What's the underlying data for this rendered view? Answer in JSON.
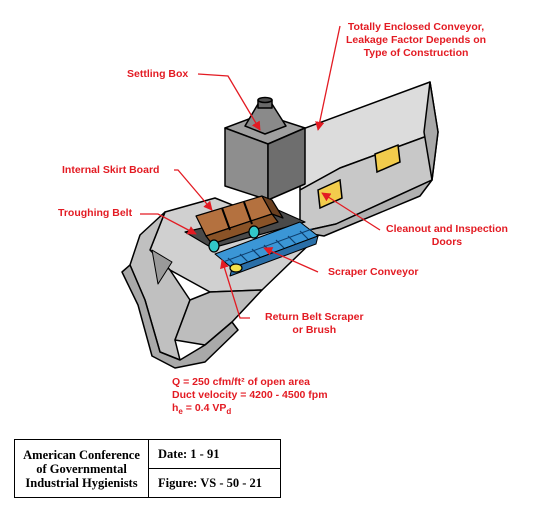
{
  "labels": {
    "enclosed_conveyor": "Totally Enclosed Conveyor,\nLeakage Factor Depends on\nType of Construction",
    "settling_box": "Settling Box",
    "internal_skirt_board": "Internal Skirt Board",
    "troughing_belt": "Troughing Belt",
    "cleanout_doors": "Cleanout and Inspection\nDoors",
    "scraper_conveyor": "Scraper Conveyor",
    "return_belt_scraper": "Return Belt Scraper\nor Brush"
  },
  "notes": {
    "q_line": "Q = 250 cfm/ft² of open area",
    "duct_velocity": "Duct velocity = 4200 - 4500 fpm",
    "he_prefix": "h",
    "he_sub": "e",
    "he_mid": " = 0.4 VP",
    "he_vp_sub": "d"
  },
  "title_block": {
    "organization": "American Conference of Governmental Industrial Hygienists",
    "date": "Date: 1 - 91",
    "figure": "Figure: VS - 50 - 21"
  },
  "colors": {
    "annotation_red": "#e31b23",
    "casing_gray": "#c8c8c8",
    "settling_box_gray": "#8e8e8e",
    "door_yellow": "#f2cc4c",
    "skirt_brown": "#b4713f",
    "scraper_blue": "#3b96d6",
    "roller_cyan": "#32c8c8"
  }
}
